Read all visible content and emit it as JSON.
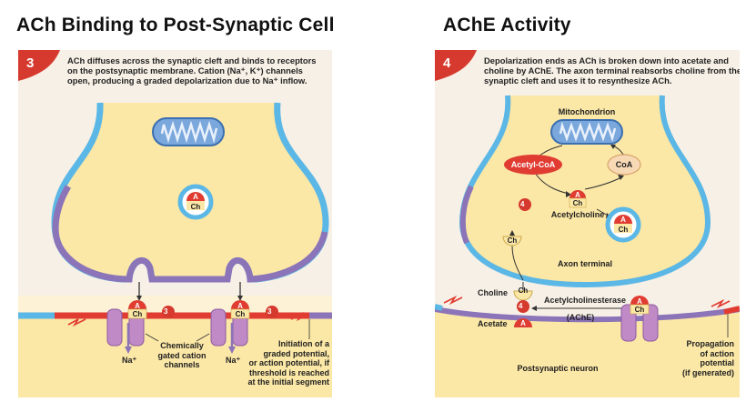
{
  "titles": {
    "left": "ACh Binding to Post-Synaptic Cell",
    "right": "AChE Activity"
  },
  "left_panel": {
    "step": "3",
    "caption": "ACh diffuses across the synaptic cleft and binds to receptors on the postsynaptic membrane. Cation (Na⁺, K⁺) channels open, producing a graded depolarization due to Na⁺ inflow.",
    "labels": {
      "chemically_gated": [
        "Chemically",
        "gated cation",
        "channels"
      ],
      "na_left": "Na⁺",
      "na_right": "Na⁺",
      "initiation": [
        "Initiation of a",
        "graded potential,",
        "or action potential, if",
        "threshold is reached",
        "at the initial segment"
      ],
      "step_marker": "3"
    },
    "molecules": {
      "a": "A",
      "ch": "Ch"
    }
  },
  "right_panel": {
    "step": "4",
    "caption": "Depolarization ends as ACh is broken down into acetate and choline by AChE. The axon terminal reabsorbs choline from the synaptic cleft and uses it to resynthesize ACh.",
    "labels": {
      "mitochondrion": "Mitochondrion",
      "acetyl_coa": "Acetyl-CoA",
      "coa": "CoA",
      "acetylcholine": "Acetylcholine",
      "axon_terminal": "Axon terminal",
      "choline": "Choline",
      "acetate": "Acetate",
      "acetylcholinesterase": "Acetylcholinesterase",
      "ache": "(AChE)",
      "postsynaptic_neuron": "Postsynaptic neuron",
      "propagation": [
        "Propagation",
        "of action",
        "potential",
        "(if generated)"
      ],
      "step_marker": "4"
    },
    "molecules": {
      "a": "A",
      "ch": "Ch"
    }
  },
  "colors": {
    "cytoplasm": "#fbe7a6",
    "membrane_blue": "#5bb7e5",
    "membrane_purple": "#8c74b8",
    "depolarized_red": "#e03c32",
    "channel": "#c08ac6",
    "step_red": "#d63a2e",
    "panel_bg": "#f7f0e6"
  }
}
